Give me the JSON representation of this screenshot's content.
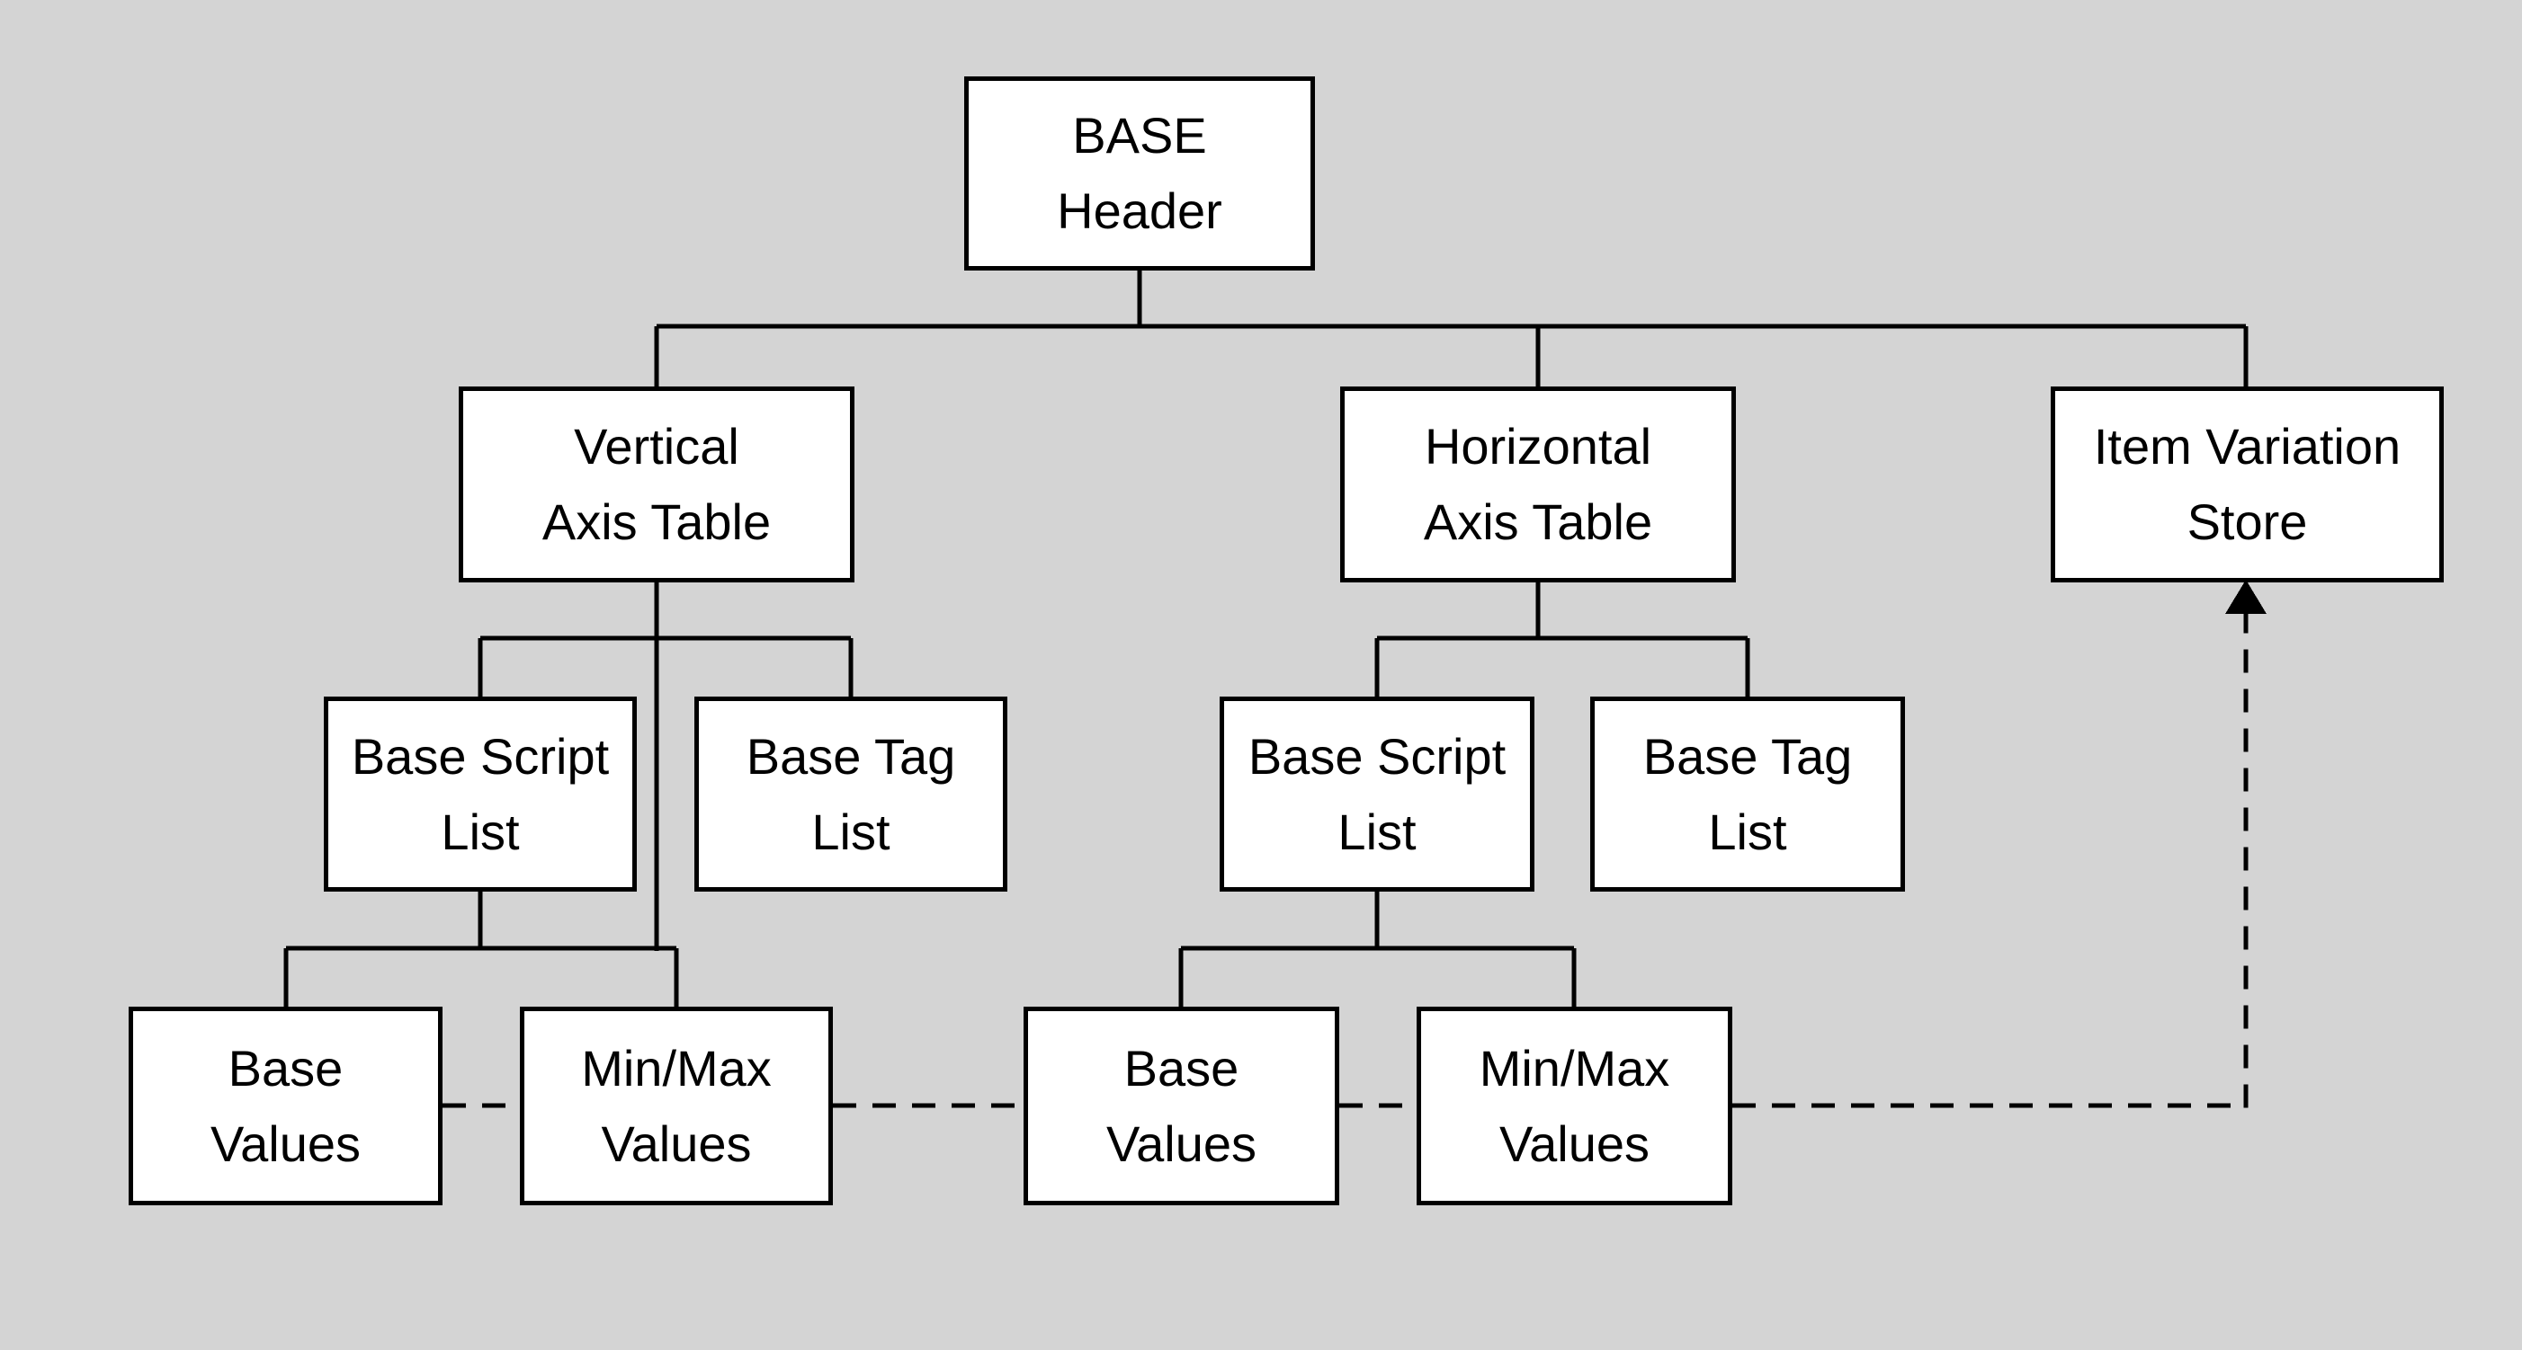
{
  "colors": {
    "background": "#d4d4d4",
    "box_fill": "#ffffff",
    "box_border": "#000000",
    "line": "#000000",
    "text": "#000000"
  },
  "diagram": {
    "nodes": {
      "base_header": {
        "label": "BASE\nHeader"
      },
      "vertical_axis_table": {
        "label": "Vertical\nAxis Table"
      },
      "horizontal_axis_table": {
        "label": "Horizontal\nAxis Table"
      },
      "item_variation_store": {
        "label": "Item Variation\nStore"
      },
      "v_base_script_list": {
        "label": "Base Script\nList"
      },
      "v_base_tag_list": {
        "label": "Base Tag\nList"
      },
      "h_base_script_list": {
        "label": "Base Script\nList"
      },
      "h_base_tag_list": {
        "label": "Base Tag\nList"
      },
      "v_base_values": {
        "label": "Base\nValues"
      },
      "v_minmax_values": {
        "label": "Min/Max\nValues"
      },
      "h_base_values": {
        "label": "Base\nValues"
      },
      "h_minmax_values": {
        "label": "Min/Max\nValues"
      }
    },
    "edges": {
      "solid": [
        [
          "base_header",
          "vertical_axis_table"
        ],
        [
          "base_header",
          "horizontal_axis_table"
        ],
        [
          "base_header",
          "item_variation_store"
        ],
        [
          "vertical_axis_table",
          "v_base_script_list"
        ],
        [
          "vertical_axis_table",
          "v_base_tag_list"
        ],
        [
          "horizontal_axis_table",
          "h_base_script_list"
        ],
        [
          "horizontal_axis_table",
          "h_base_tag_list"
        ],
        [
          "v_base_script_list",
          "v_base_values"
        ],
        [
          "v_base_script_list",
          "v_minmax_values"
        ],
        [
          "h_base_script_list",
          "h_base_values"
        ],
        [
          "h_base_script_list",
          "h_minmax_values"
        ]
      ],
      "dashed_arrow": {
        "path": [
          "v_base_values",
          "v_minmax_values",
          "h_base_values",
          "h_minmax_values",
          "item_variation_store"
        ],
        "arrow_target": "item_variation_store",
        "style": "dashed"
      }
    }
  }
}
